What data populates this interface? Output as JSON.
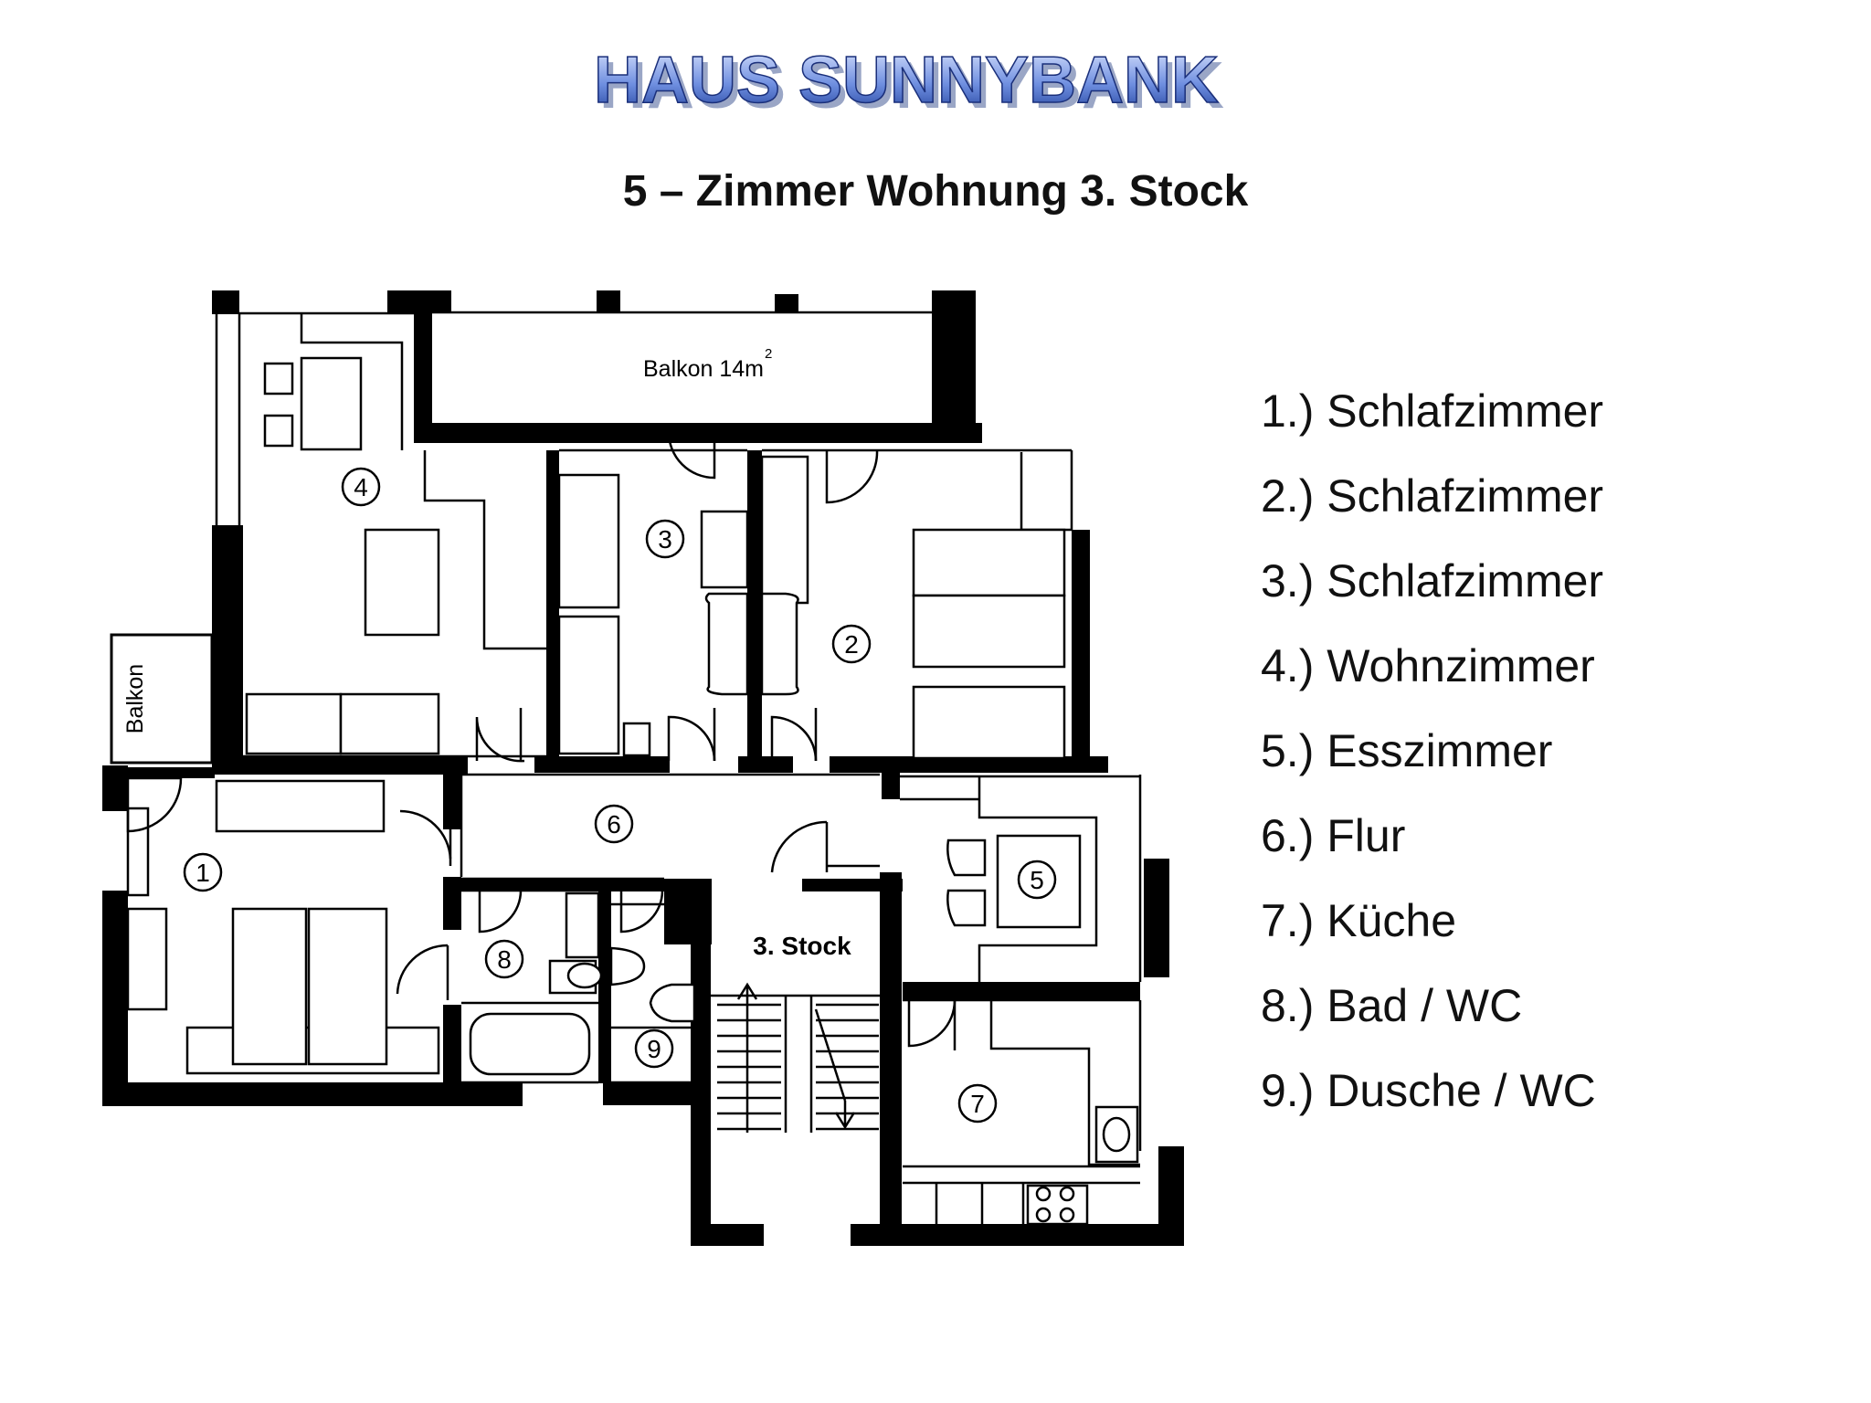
{
  "brand": {
    "title": "HAUS SUNNYBANK"
  },
  "plan": {
    "title": "5 – Zimmer Wohnung 3. Stock",
    "balcony_top_label": "Balkon 14m",
    "balcony_top_superscript": "2",
    "balcony_side_label": "Balkon",
    "stair_label": "3. Stock",
    "room_numbers": [
      "1",
      "2",
      "3",
      "4",
      "5",
      "6",
      "7",
      "8",
      "9"
    ]
  },
  "legend": [
    "1.) Schlafzimmer",
    "2.) Schlafzimmer",
    "3.) Schlafzimmer",
    "4.) Wohnzimmer",
    "5.) Esszimmer",
    "6.) Flur",
    "7.) Küche",
    "8.) Bad / WC",
    "9.) Dusche / WC"
  ]
}
